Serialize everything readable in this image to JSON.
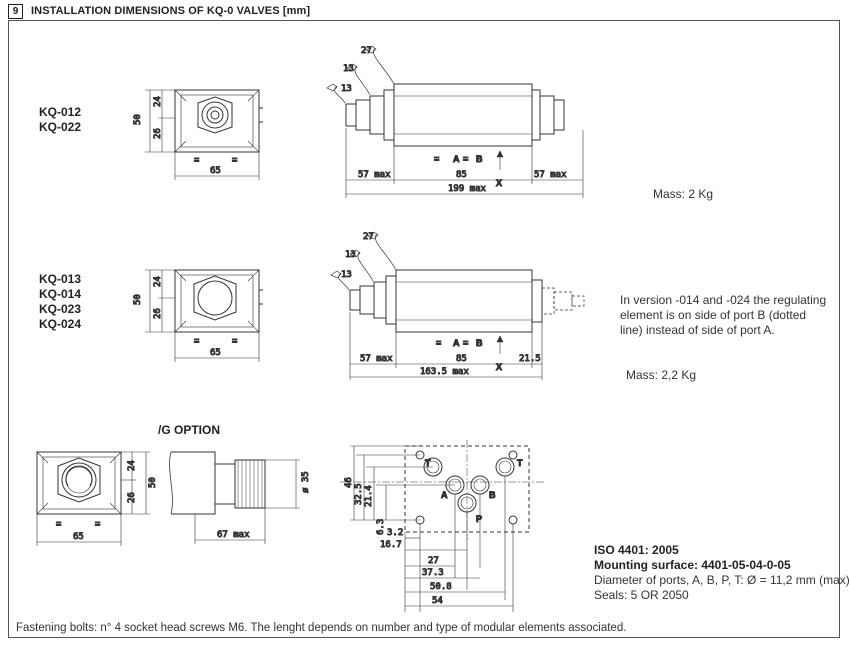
{
  "header": {
    "number": "9",
    "title": "INSTALLATION DIMENSIONS OF KQ-0 VALVES [mm]"
  },
  "section1": {
    "models": [
      "KQ-012",
      "KQ-022"
    ],
    "mass": "Mass: 2 Kg",
    "dims": {
      "height": "50",
      "upper": "24",
      "lower": "26",
      "width": "65",
      "left_max": "57 max",
      "body": "85",
      "right_max": "57 max",
      "total": "199 max",
      "wrench1": "27",
      "wrench2": "13",
      "wrench3": "13"
    }
  },
  "section2": {
    "models": [
      "KQ-013",
      "KQ-014",
      "KQ-023",
      "KQ-024"
    ],
    "note": "In version -014 and -024 the regulating element is on side of port B (dotted line) instead of side of port A.",
    "mass": "Mass: 2,2 Kg",
    "dims": {
      "height": "50",
      "upper": "24",
      "lower": "26",
      "width": "65",
      "left_max": "57 max",
      "body": "85",
      "right": "21.5",
      "total": "163.5 max",
      "wrench1": "27",
      "wrench2": "13",
      "wrench3": "13"
    }
  },
  "section3": {
    "title": "/G OPTION",
    "dims": {
      "width": "65",
      "height": "50",
      "upper": "24",
      "lower": "26",
      "dia": "ø 35",
      "length": "67 max"
    },
    "plate": {
      "v46": "46",
      "v325": "32.5",
      "v214": "21.4",
      "v63": "6.3",
      "h32": "3.2",
      "h167": "16.7",
      "h27": "27",
      "h373": "37.3",
      "h508": "50.8",
      "h54": "54"
    },
    "ports": {
      "a": "A",
      "b": "B",
      "p": "P",
      "t1": "T",
      "t2": "T"
    },
    "iso_title": "ISO 4401: 2005",
    "iso_surface": "Mounting surface: 4401-05-04-0-05",
    "iso_ports": "Diameter of ports, A, B, P, T: Ø = 11,2 mm (max)",
    "iso_seals": "Seals: 5 OR 2050"
  },
  "labels": {
    "a": "A",
    "b": "B",
    "x": "X",
    "minus": "="
  },
  "footer": "Fastening bolts: n° 4 socket head screws M6. The lenght depends on number and type of modular elements associated."
}
